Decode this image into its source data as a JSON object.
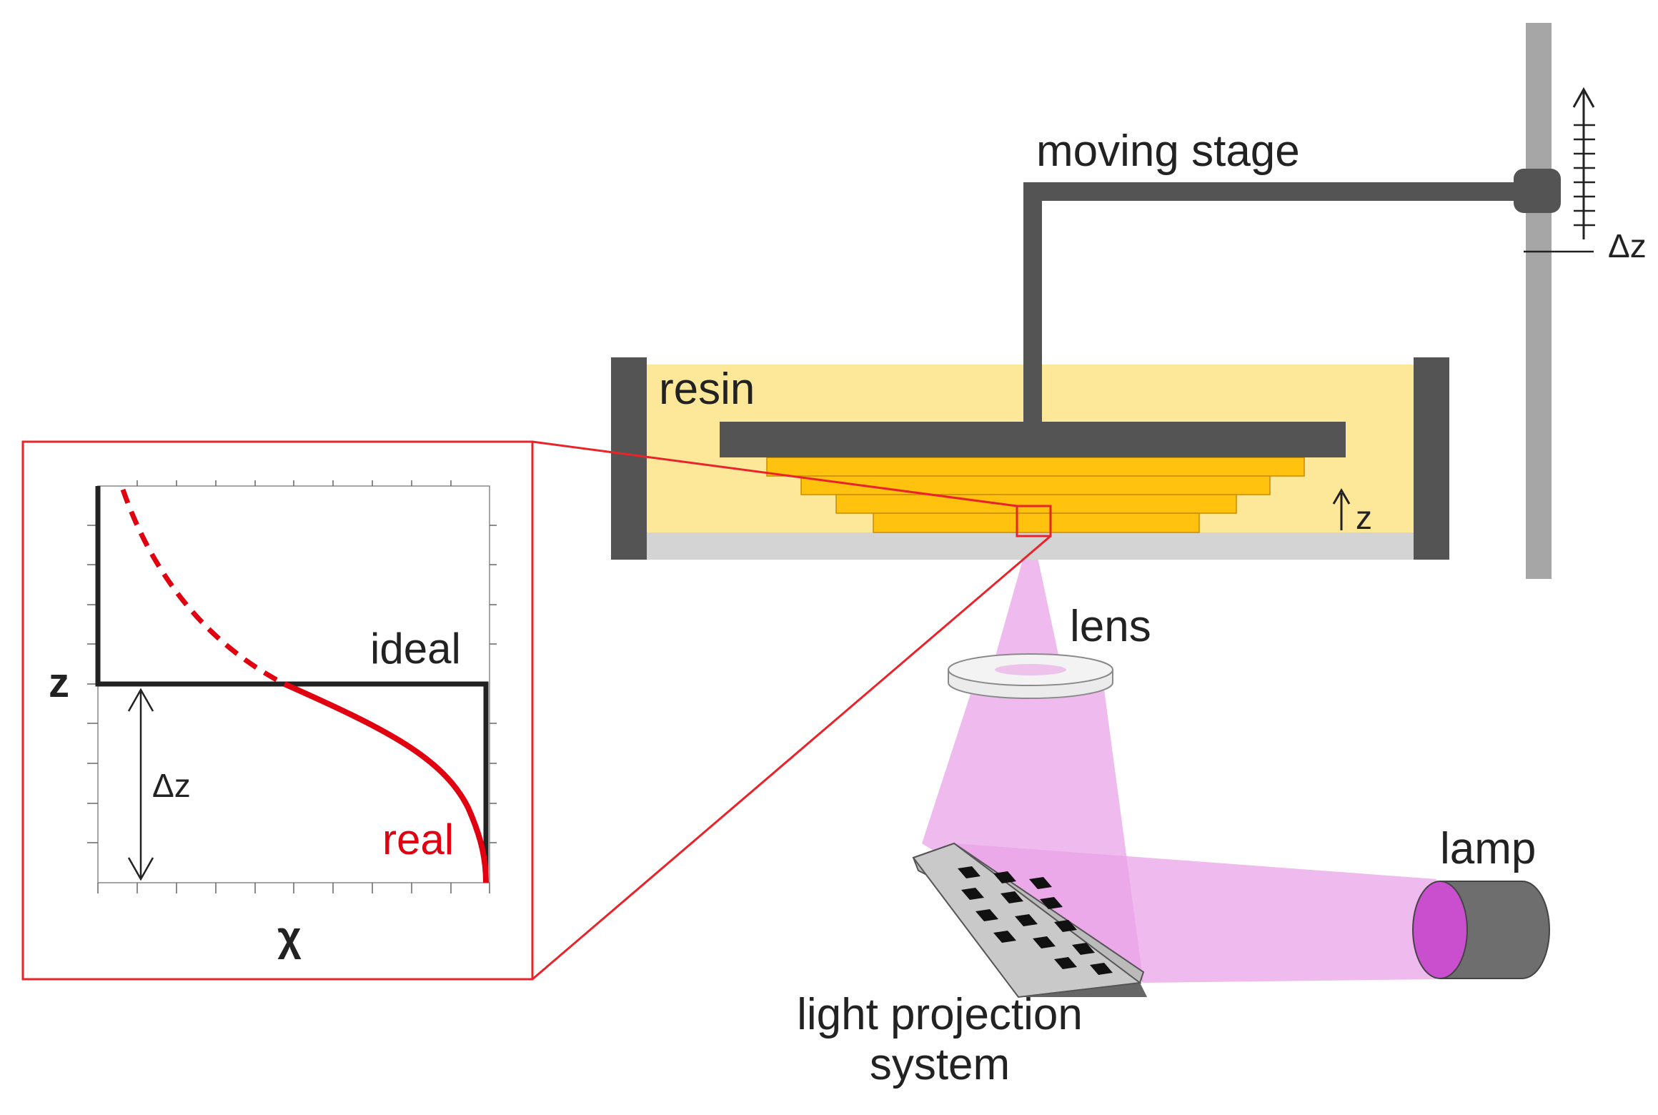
{
  "labels": {
    "moving_stage": "moving stage",
    "delta_z_stage": "Δz",
    "resin": "resin",
    "z_arrow": "z",
    "lens": "lens",
    "lamp": "lamp",
    "light_projection_line1": "light projection",
    "light_projection_line2": "system"
  },
  "inset": {
    "y_axis_label": "z",
    "x_axis_label": "χ",
    "ideal_label": "ideal",
    "real_label": "real",
    "delta_z_label": "Δz"
  },
  "colors": {
    "resin": "#fde89a",
    "cured_layers": "#ffc20e",
    "stage_dark": "#545454",
    "rail": "#a6a6a6",
    "vat_floor": "#d4d4d4",
    "light_beam": "#e9a3e8",
    "lamp_face": "#c94fcf",
    "real_curve": "#e0000f",
    "inset_border": "#e8242a"
  }
}
